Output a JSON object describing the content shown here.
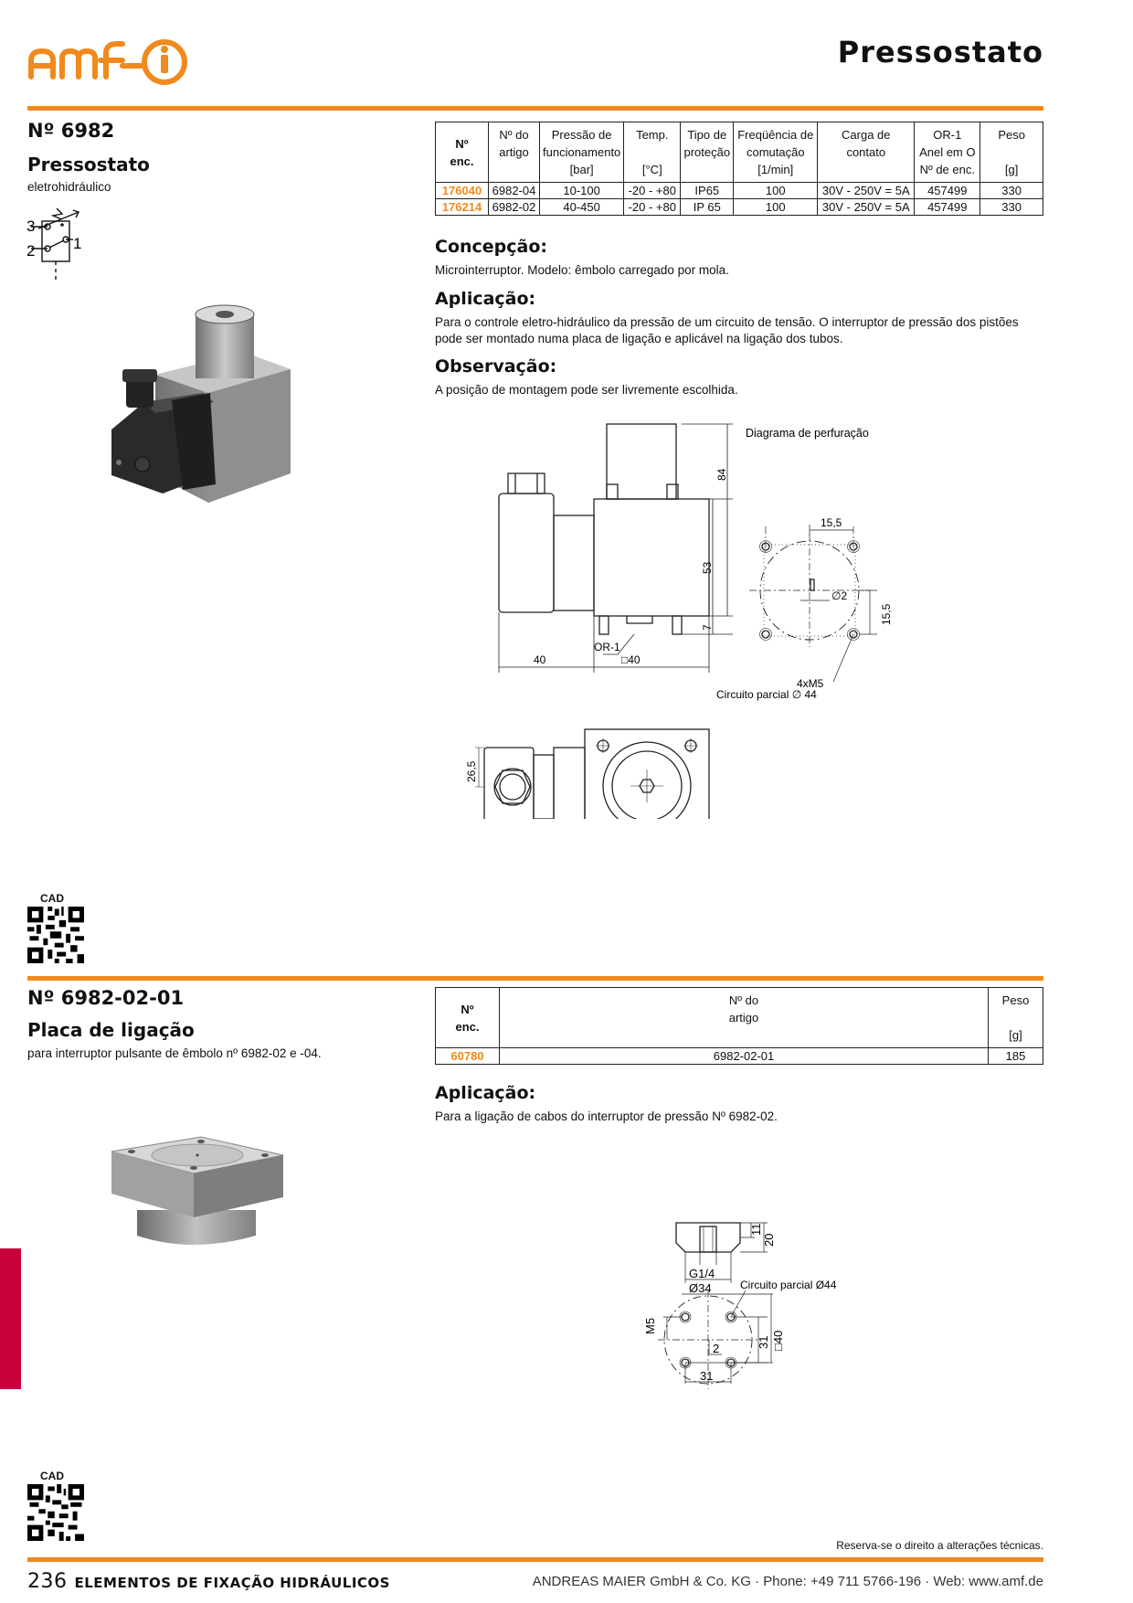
{
  "header": {
    "title": "Pressostato"
  },
  "section1": {
    "number": "Nº 6982",
    "name": "Pressostato",
    "subtitle": "eletrohidráulico",
    "symbol_labels": [
      "3",
      "2",
      "1"
    ],
    "table": {
      "headers": [
        [
          "Nº",
          "enc."
        ],
        [
          "Nº do",
          "artigo"
        ],
        [
          "Pressão de",
          "funcionamento",
          "[bar]"
        ],
        [
          "Temp.",
          "",
          "[°C]"
        ],
        [
          "Tipo de",
          "proteção"
        ],
        [
          "Freqüência de",
          "comutação",
          "[1/min]"
        ],
        [
          "Carga de contato"
        ],
        [
          "OR-1",
          "Anel em O",
          "Nº de enc."
        ],
        [
          "Peso",
          "",
          "[g]"
        ]
      ],
      "rows": [
        [
          "176040",
          "6982-04",
          "10-100",
          "-20 - +80",
          "IP65",
          "100",
          "30V - 250V = 5A",
          "457499",
          "330"
        ],
        [
          "176214",
          "6982-02",
          "40-450",
          "-20 - +80",
          "IP 65",
          "100",
          "30V - 250V = 5A",
          "457499",
          "330"
        ]
      ]
    },
    "concepcao": {
      "title": "Concepção:",
      "text": "Microinterruptor. Modelo: êmbolo carregado por mola."
    },
    "aplicacao": {
      "title": "Aplicação:",
      "text": "Para o controle eletro-hidráulico da pressão de um circuito de tensão. O interruptor de pressão dos pistões pode ser montado numa placa de ligação e aplicável na ligação dos tubos."
    },
    "observacao": {
      "title": "Observação:",
      "text": "A posição de montagem pode ser livremente escolhida."
    },
    "drawing": {
      "dim_84": "84",
      "dim_53": "53",
      "dim_7": "7",
      "dim_40": "40",
      "dim_sq40": "□40",
      "or1": "OR-1",
      "dim_26_5": "26,5",
      "diagram_title": "Diagrama de perfuração",
      "dim_15_5a": "15,5",
      "dim_15_5b": "15,5",
      "dim_d2": "∅2",
      "m5": "4xM5",
      "circuito": "Circuito parcial ∅ 44"
    },
    "cad": "CAD"
  },
  "section2": {
    "number": "Nº 6982-02-01",
    "name": "Placa de ligação",
    "subtitle": "para interruptor pulsante de êmbolo nº 6982-02 e -04.",
    "table": {
      "headers": [
        [
          "Nº",
          "enc."
        ],
        [
          "Nº do",
          "artigo"
        ],
        [
          "Peso",
          "",
          "[g]"
        ]
      ],
      "rows": [
        [
          "60780",
          "6982-02-01",
          "185"
        ]
      ]
    },
    "aplicacao": {
      "title": "Aplicação:",
      "text": "Para a ligação de cabos do interruptor de pressão Nº 6982-02."
    },
    "drawing": {
      "g14": "G1/4",
      "d34": "Ø34",
      "dim_11": "11",
      "dim_20": "20",
      "circuito": "Circuito parcial Ø44",
      "m5": "M5",
      "dim_2": "2",
      "dim_31v": "31",
      "dim_sq40": "□40",
      "dim_31h": "31"
    },
    "cad": "CAD"
  },
  "footer": {
    "reserve": "Reserva-se o direito a alterações técnicas.",
    "page": "236",
    "section": "ELEMENTOS DE FIXAÇÃO HIDRÁULICOS",
    "company": "ANDREAS MAIER GmbH & Co. KG · Phone: +49 711 5766-196 · Web: www.amf.de"
  },
  "colors": {
    "accent": "#f08a1c",
    "tab": "#c8003c"
  }
}
